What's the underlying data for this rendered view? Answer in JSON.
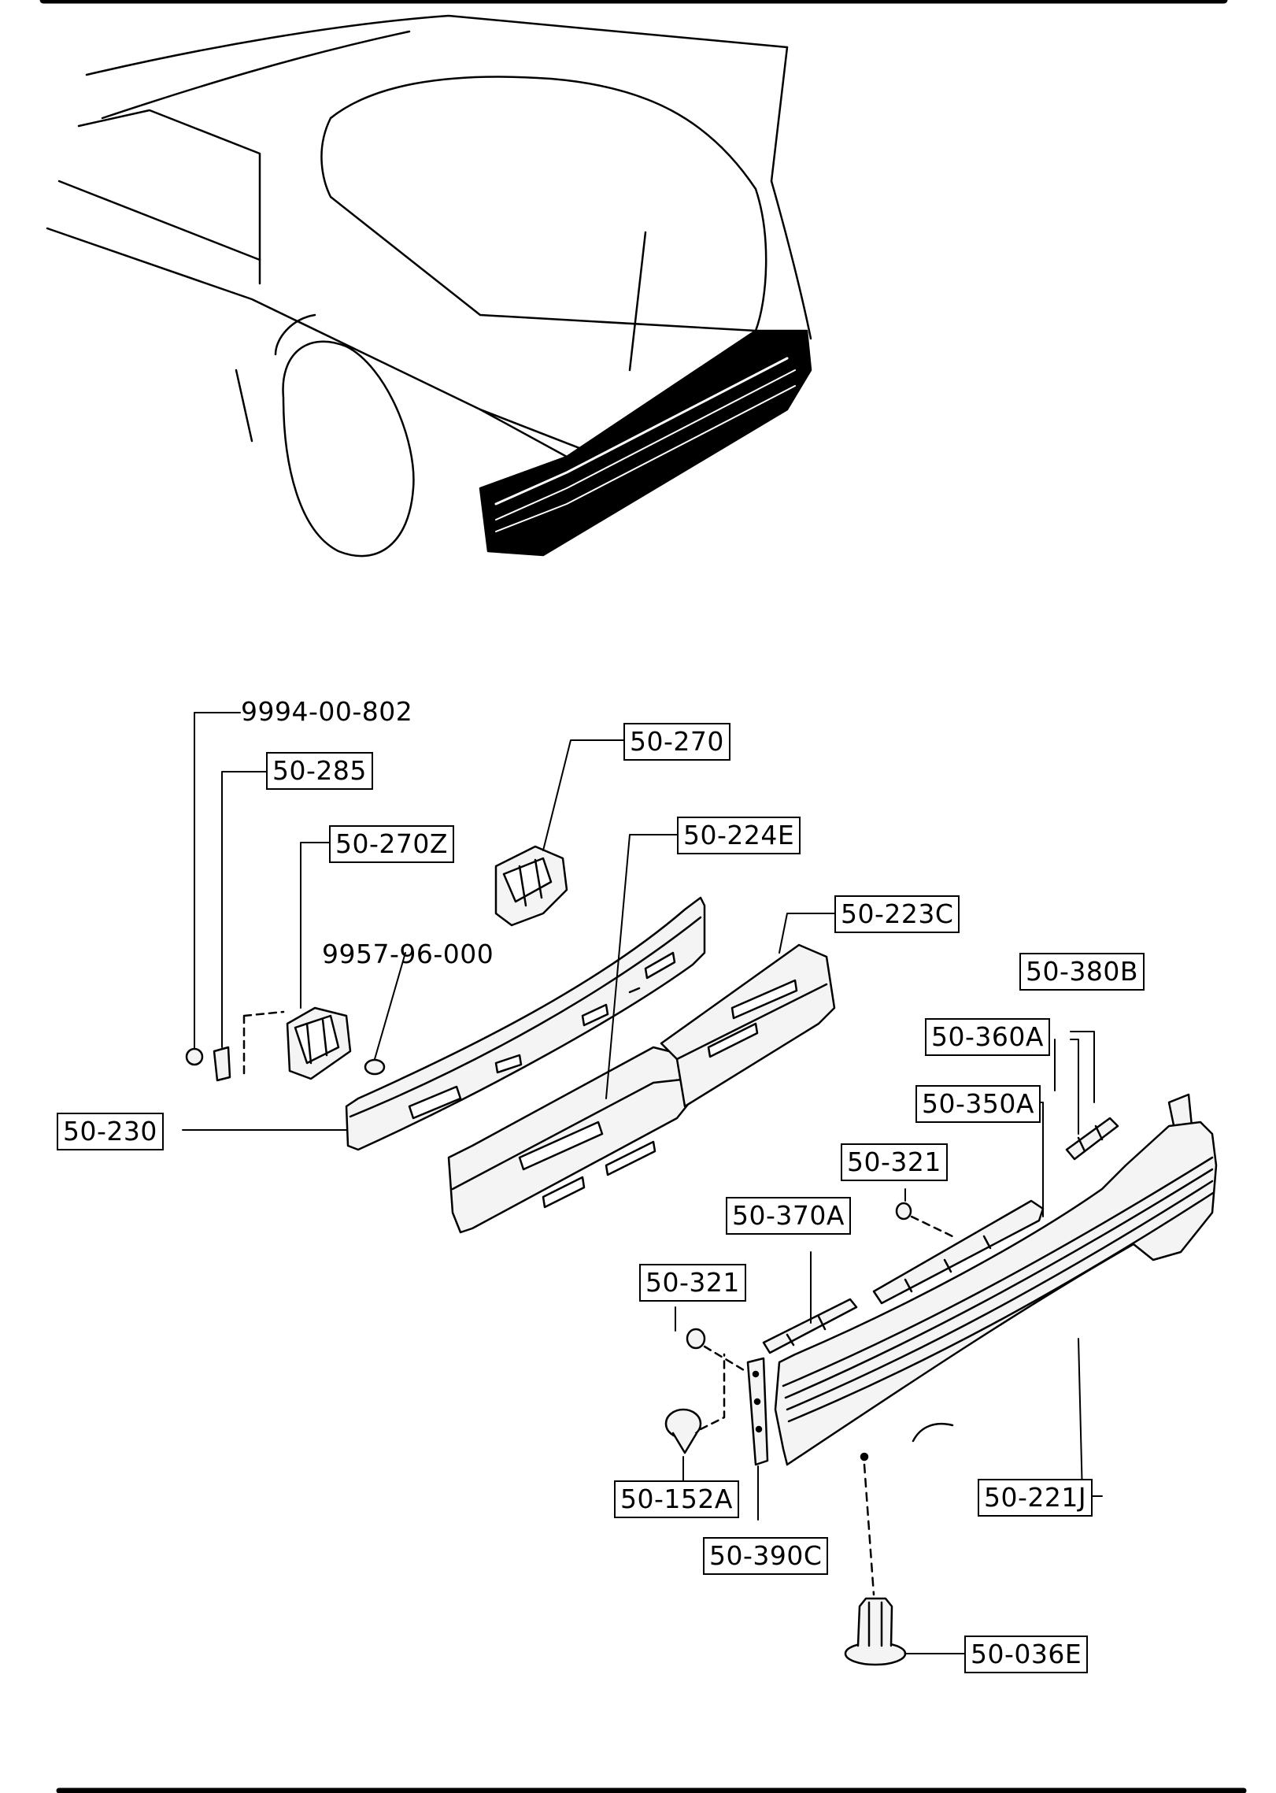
{
  "diagram": {
    "labels": {
      "p_9994_00_802": "9994-00-802",
      "p_50_285": "50-285",
      "p_50_270": "50-270",
      "p_50_270z": "50-270Z",
      "p_50_224e": "50-224E",
      "p_50_223c": "50-223C",
      "p_9957_96_000": "9957-96-000",
      "p_50_380b": "50-380B",
      "p_50_360a": "50-360A",
      "p_50_350a": "50-350A",
      "p_50_230": "50-230",
      "p_50_321_upper": "50-321",
      "p_50_370a": "50-370A",
      "p_50_321_lower": "50-321",
      "p_50_221j": "50-221J",
      "p_50_152a": "50-152A",
      "p_50_390c": "50-390C",
      "p_50_036e": "50-036E"
    },
    "colors": {
      "ink": "#000000",
      "paper": "#ffffff",
      "part_fill": "#f4f4f4"
    }
  }
}
